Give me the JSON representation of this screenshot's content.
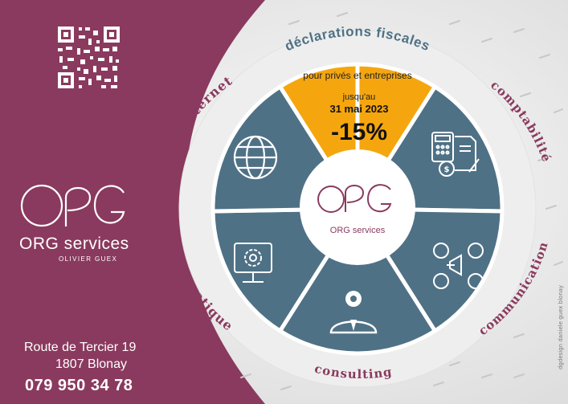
{
  "promo": {
    "title": "déclarations fiscales",
    "subtitle": "pour privés et entreprises",
    "until": "jusqu'au",
    "date": "31 mai 2023",
    "discount": "-15%"
  },
  "segments": {
    "websites": "sites internet",
    "accounting": "comptabilité",
    "it": "informatique",
    "communication": "communication",
    "consulting": "consulting"
  },
  "center": {
    "brand": "ORG services"
  },
  "brand": {
    "name": "ORG services",
    "owner": "OLIVIER GUEX"
  },
  "contact": {
    "address_line1": "Route de Tercier 19",
    "address_line2": "1807 Blonay",
    "phone": "079 950 34 78"
  },
  "credit": "dgdesign daniele guex blonay",
  "icons": [
    "qr-code",
    "globe-icon",
    "calculator-invoice-icon",
    "computer-gear-icon",
    "social-media-icon",
    "consultant-icon",
    "org-logo"
  ],
  "colors": {
    "plum": "#8a3a5e",
    "slate": "#4f7186",
    "orange": "#f5a60f",
    "white": "#ffffff"
  }
}
